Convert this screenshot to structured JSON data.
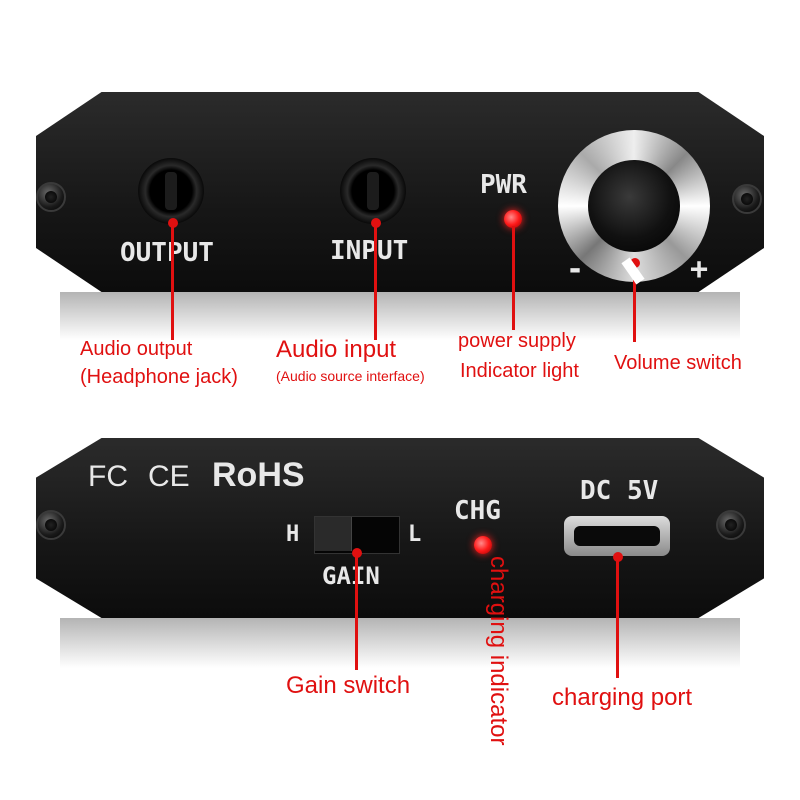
{
  "top_panel": {
    "output_label": "OUTPUT",
    "input_label": "INPUT",
    "pwr_label": "PWR",
    "minus": "-",
    "plus": "+"
  },
  "bottom_panel": {
    "fc_mark": "FC",
    "ce_mark": "CE",
    "rohs_mark": "RoHS",
    "gain_h": "H",
    "gain_l": "L",
    "gain_label": "GAIN",
    "chg_label": "CHG",
    "dc_label": "DC 5V"
  },
  "annotations": {
    "audio_output_1": "Audio output",
    "audio_output_2": "(Headphone jack)",
    "audio_input_1": "Audio input",
    "audio_input_2": "(Audio source interface)",
    "power_1": "power supply",
    "power_2": "Indicator light",
    "volume": "Volume switch",
    "gain_switch": "Gain switch",
    "charging_indicator": "charging indicator",
    "charging_port": "charging port"
  },
  "colors": {
    "annotation_red": "#e01010",
    "panel_black": "#161616",
    "led_red": "#ff1a1a"
  }
}
